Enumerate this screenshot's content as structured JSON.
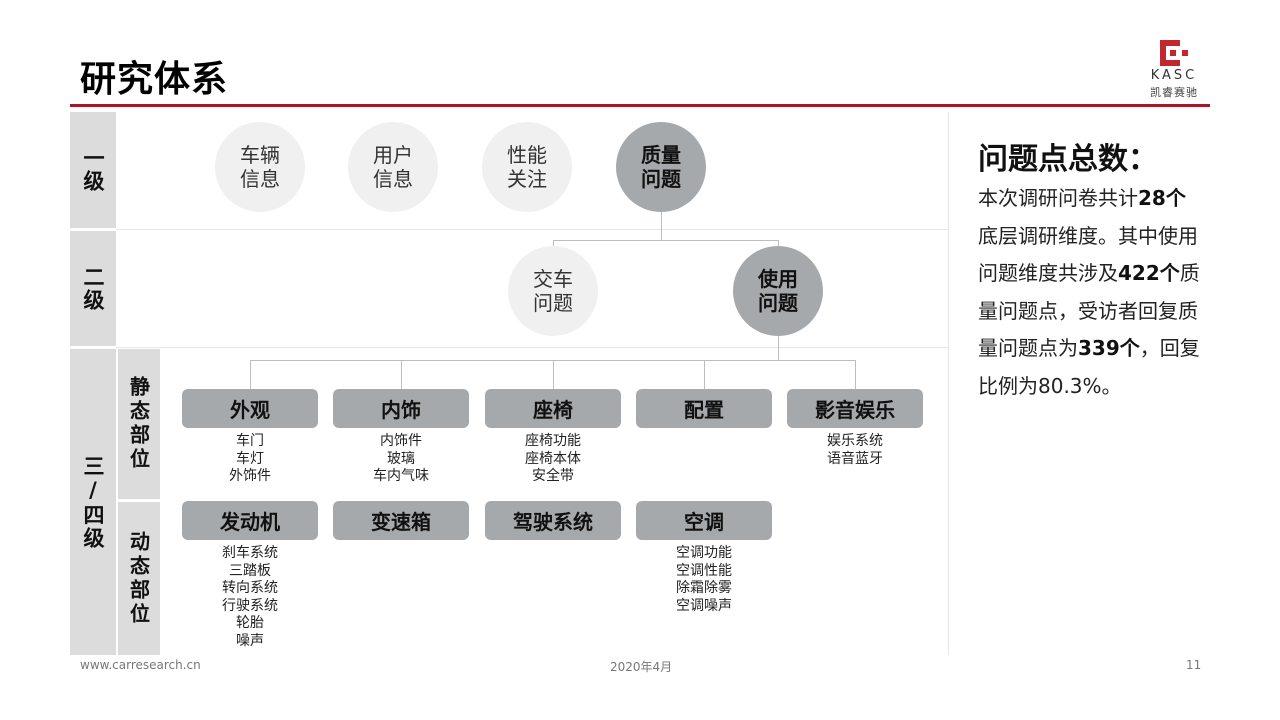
{
  "page": {
    "title": "研究体系",
    "logo_brand": "KASC",
    "logo_brand_cn": "凯睿赛驰",
    "brand_color": "#9e1b2c"
  },
  "levels": {
    "level1": "一级",
    "level2": "二级",
    "level34": "三/四级",
    "static": "静态部位",
    "dynamic": "动态部位"
  },
  "level1_nodes": [
    {
      "label": "车辆信息",
      "active": false
    },
    {
      "label": "用户信息",
      "active": false
    },
    {
      "label": "性能关注",
      "active": false
    },
    {
      "label": "质量问题",
      "active": true
    }
  ],
  "level2_nodes": [
    {
      "label": "交车问题",
      "active": false
    },
    {
      "label": "使用问题",
      "active": true
    }
  ],
  "static_categories": [
    {
      "label": "外观",
      "items": [
        "车门",
        "车灯",
        "外饰件"
      ]
    },
    {
      "label": "内饰",
      "items": [
        "内饰件",
        "玻璃",
        "车内气味"
      ]
    },
    {
      "label": "座椅",
      "items": [
        "座椅功能",
        "座椅本体",
        "安全带"
      ]
    },
    {
      "label": "配置",
      "items": []
    },
    {
      "label": "影音娱乐",
      "items": [
        "娱乐系统",
        "语音蓝牙"
      ]
    }
  ],
  "dynamic_categories": [
    {
      "label": "发动机",
      "items": [
        "刹车系统",
        "三踏板",
        "转向系统",
        "行驶系统",
        "轮胎",
        "噪声"
      ]
    },
    {
      "label": "变速箱",
      "items": []
    },
    {
      "label": "驾驶系统",
      "items": []
    },
    {
      "label": "空调",
      "items": [
        "空调功能",
        "空调性能",
        "除霜除雾",
        "空调噪声"
      ]
    }
  ],
  "panel": {
    "heading": "问题点总数：",
    "p1": "本次调研问卷共计",
    "n1": "28个",
    "p2": "底层调研维度。其中使用问题维度共涉及",
    "n2": "422个",
    "p3": "质量问题点，受访者回复质量问题点为",
    "n3": "339个",
    "p4": "，回复比例为80.3%。"
  },
  "footer": {
    "website": "www.carresearch.cn",
    "date": "2020年4月",
    "page_number": "11"
  }
}
